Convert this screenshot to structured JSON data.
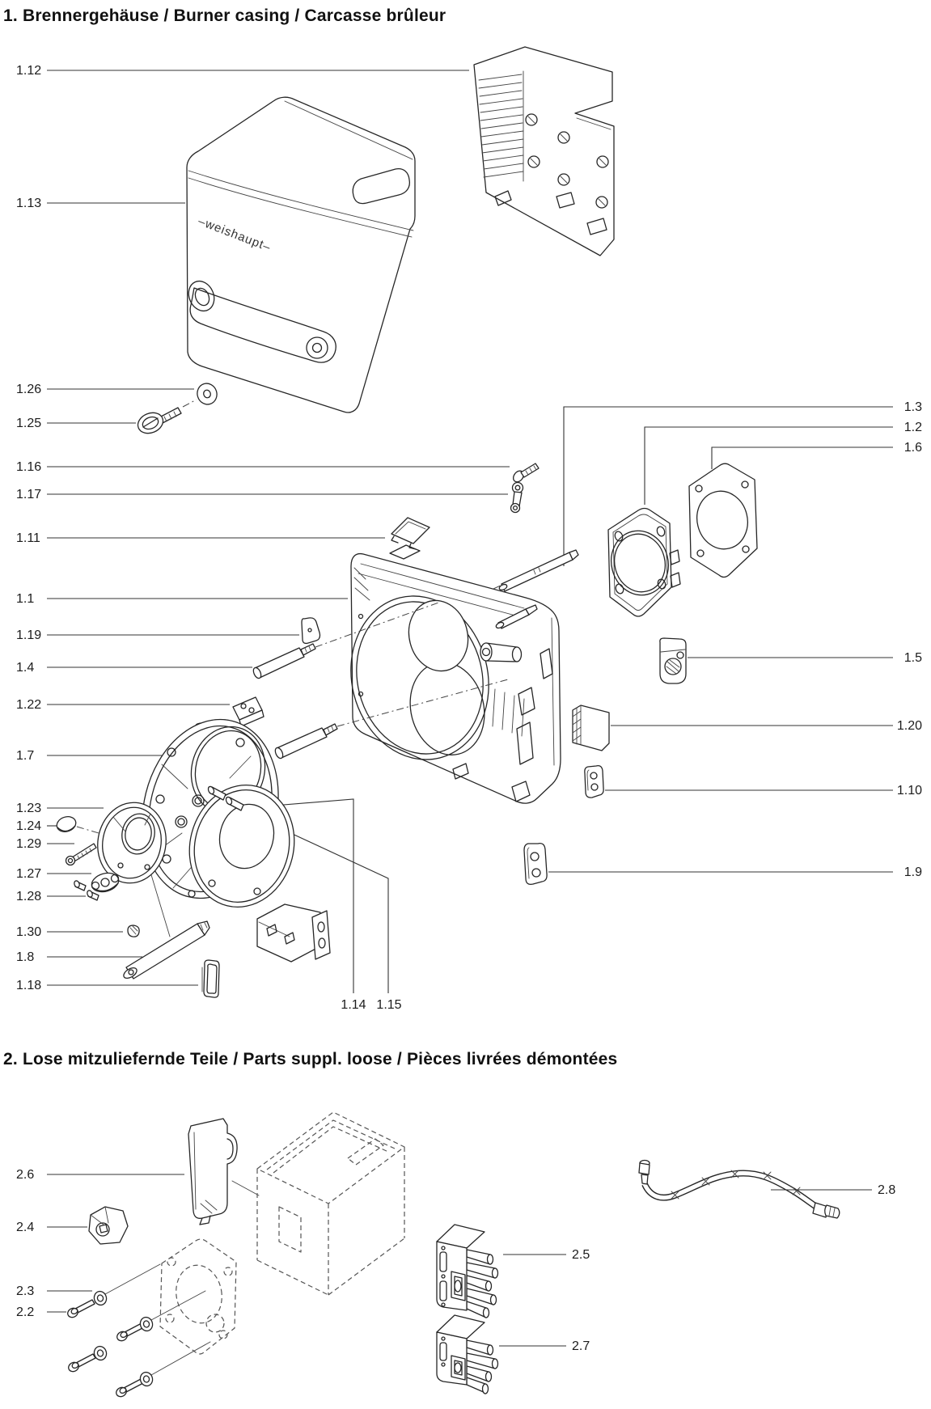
{
  "document": {
    "sections": [
      {
        "title": "1. Brennergehäuse / Burner casing / Carcasse brûleur"
      },
      {
        "title": "2. Lose mitzuliefernde Teile / Parts suppl. loose / Pièces livrées démontées"
      }
    ]
  },
  "branding": {
    "logo": "–weishaupt–"
  },
  "colors": {
    "ink": "#262626",
    "background": "#ffffff"
  },
  "callouts": {
    "c1_1": "1.1",
    "c1_2": "1.2",
    "c1_3": "1.3",
    "c1_4": "1.4",
    "c1_5": "1.5",
    "c1_6": "1.6",
    "c1_7": "1.7",
    "c1_8": "1.8",
    "c1_9": "1.9",
    "c1_10": "1.10",
    "c1_11": "1.11",
    "c1_12": "1.12",
    "c1_13": "1.13",
    "c1_14": "1.14",
    "c1_15": "1.15",
    "c1_16": "1.16",
    "c1_17": "1.17",
    "c1_18": "1.18",
    "c1_19": "1.19",
    "c1_20": "1.20",
    "c1_22": "1.22",
    "c1_23": "1.23",
    "c1_24": "1.24",
    "c1_25": "1.25",
    "c1_26": "1.26",
    "c1_27": "1.27",
    "c1_28": "1.28",
    "c1_29": "1.29",
    "c1_30": "1.30",
    "c2_2": "2.2",
    "c2_3": "2.3",
    "c2_4": "2.4",
    "c2_5": "2.5",
    "c2_6": "2.6",
    "c2_7": "2.7",
    "c2_8": "2.8"
  }
}
